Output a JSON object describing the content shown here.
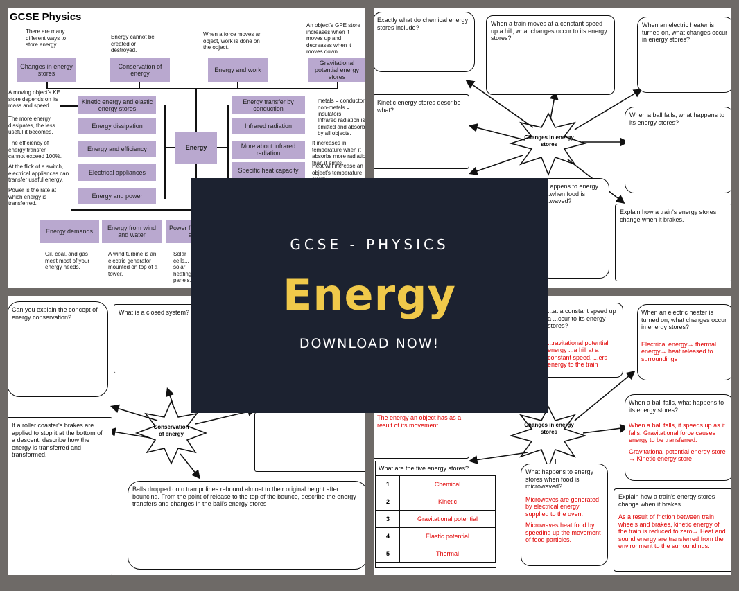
{
  "overlay": {
    "subtitle": "GCSE - PHYSICS",
    "title": "Energy",
    "cta": "DOWNLOAD NOW!",
    "title_color": "#f0c94a",
    "bg": "#1c2230"
  },
  "p1": {
    "title": "GCSE Physics",
    "top_notes": [
      "There are many different ways to store energy.",
      "Energy cannot be created or destroyed.",
      "When a force moves an object, work is done on the object.",
      "An object's GPE store increases when it moves up and decreases when it moves down."
    ],
    "top_boxes": [
      "Changes in energy stores",
      "Conservation of energy",
      "Energy and work",
      "Gravitational potential energy stores"
    ],
    "center": "Energy",
    "left_boxes": [
      "Kinetic energy and elastic energy stores",
      "Energy dissipation",
      "Energy and efficiency",
      "Electrical appliances",
      "Energy and power"
    ],
    "left_notes": [
      "A moving object's KE store depends on its mass and speed.",
      "The more energy dissipates, the less useful it becomes.",
      "The efficiency of energy transfer cannot exceed 100%.",
      "At the flick of a switch, electrical appliances can transfer useful energy.",
      "Power is the rate at which energy is transferred."
    ],
    "right_boxes": [
      "Energy transfer by conduction",
      "Infrared radiation",
      "More about infrared radiation",
      "Specific heat capacity"
    ],
    "right_notes": [
      "metals = conductors. non-metals = insulators",
      "Infrared radiation is emitted and absorbed by all objects.",
      "It increases in temperature when it absorbs more radiation than it emits.",
      "Heat will increase an object's temperature slowly"
    ],
    "bottom_boxes": [
      "Energy demands",
      "Energy from wind and water",
      "Power from the sun and..."
    ],
    "bottom_notes": [
      "Oil, coal, and gas meet most of your energy needs.",
      "A wind turbine is an electric generator mounted on top of a tower.",
      "Solar cells... solar heating panels."
    ]
  },
  "p2": {
    "center": "Changes in energy stores",
    "q": [
      "Exactly what do chemical energy stores include?",
      "When a train moves at a constant speed up a hill, what changes occur to its energy stores?",
      "When an electric heater is turned on, what changes occur in energy stores?",
      "Kinetic energy stores describe what?",
      "When a ball falls, what happens to its energy stores?",
      "...appens to energy ...when food is ...waved?",
      "Explain how a train's energy stores change when it brakes."
    ]
  },
  "p3": {
    "center": "Conservation of energy",
    "q": [
      "Can you explain the concept of energy conservation?",
      "What is a closed system?",
      "If a roller coaster's brakes are applied to stop it at the bottom of a descent, describe how the energy is transferred and transformed.",
      "Balls dropped onto trampolines rebound almost to their original height after bouncing. From the point of release to the top of the bounce, describe the energy transfers and changes in the ball's energy stores"
    ]
  },
  "p4": {
    "center": "Changes in energy stores",
    "train_q": "...at a constant speed up a ...ccur to its energy stores?",
    "train_a": "...ravitational potential energy ...a hill at a constant speed. ...ers energy to the train",
    "heater_q": "When an electric heater is turned on, what changes occur in energy stores?",
    "heater_a": "Electrical energy→ thermal energy→ heat released to surroundings",
    "ball_q": "When a ball falls, what happens to its energy stores?",
    "ball_a1": "When a ball falls, it speeds up as it falls. Gravitational force causes energy to be transferred.",
    "ball_a2": "Gravitational potential energy store → Kinetic energy store",
    "ke_a": "The energy an object has as a result of its movement.",
    "five_q": "What are the five energy stores?",
    "stores": [
      {
        "n": "1",
        "s": "Chemical"
      },
      {
        "n": "2",
        "s": "Kinetic"
      },
      {
        "n": "3",
        "s": "Gravitational potential"
      },
      {
        "n": "4",
        "s": "Elastic potential"
      },
      {
        "n": "5",
        "s": "Thermal"
      }
    ],
    "micro_q": "What happens to energy stores when food is microwaved?",
    "micro_a1": "Microwaves are generated by electrical energy supplied to the oven.",
    "micro_a2": "Microwaves heat food by speeding up the movement of food particles.",
    "brake_q": "Explain how a train's energy stores change when it brakes.",
    "brake_a": "As a result of friction between train wheels and brakes, kinetic energy of the train is reduced to zero→ Heat and sound energy are transferred from the environment to the surroundings."
  }
}
